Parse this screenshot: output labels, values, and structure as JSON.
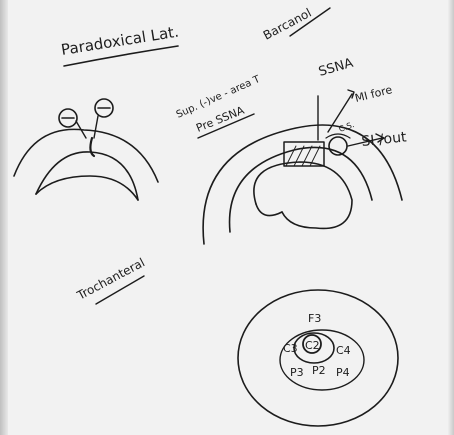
{
  "whiteboard": {
    "labels": {
      "title": "Paradoxical Lat.",
      "title_right": "Barcanol",
      "sup_area": "Sup. (-)ve - area T",
      "pre_ssna": "Pre SSNA",
      "ssna": "SSNA",
      "mi_fire": "MI fore",
      "cs": "C.S.",
      "si_out": "SI /out",
      "trochanteral": "Trochanteral",
      "fz": "F3",
      "c3": "C3",
      "cz": "C2",
      "c4": "C4",
      "p3": "P3",
      "pz": "P2",
      "p4": "P4"
    },
    "colors": {
      "ink": "#1c1c1c",
      "board": "#f2f2f2"
    }
  }
}
